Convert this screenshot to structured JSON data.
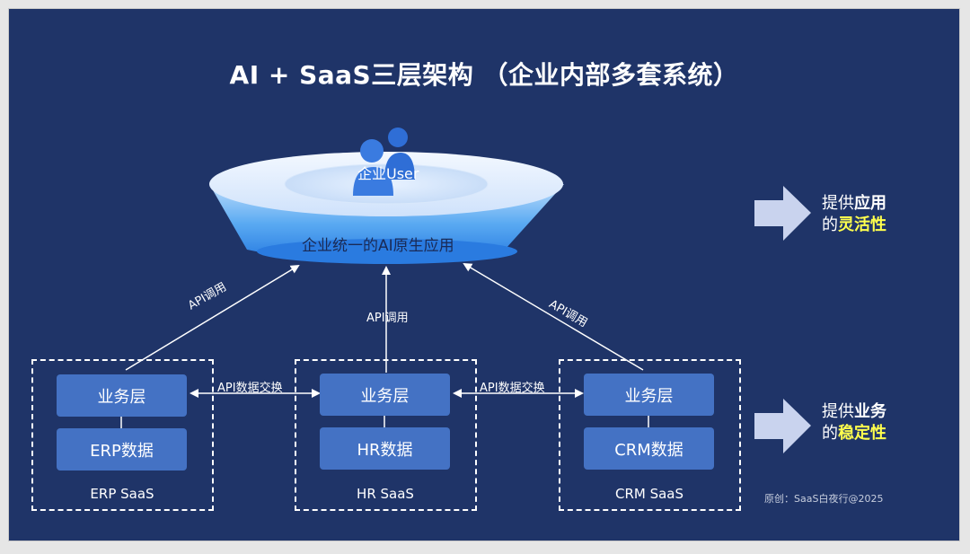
{
  "title": "AI + SaaS三层架构  （企业内部多套系统）",
  "platform": {
    "user_label": "企业User",
    "app_label": "企业统一的AI原生应用"
  },
  "api_call_label": "API调用",
  "api_exchange_label": "API数据交换",
  "systems": [
    {
      "business_layer": "业务层",
      "data_label": "ERP数据",
      "name": "ERP SaaS"
    },
    {
      "business_layer": "业务层",
      "data_label": "HR数据",
      "name": "HR SaaS"
    },
    {
      "business_layer": "业务层",
      "data_label": "CRM数据",
      "name": "CRM SaaS"
    }
  ],
  "side_notes": [
    {
      "line1_prefix": "提供",
      "line1_em": "应用",
      "line2_prefix": "的",
      "line2_em": "灵活性"
    },
    {
      "line1_prefix": "提供",
      "line1_em": "业务",
      "line2_prefix": "的",
      "line2_em": "稳定性"
    }
  ],
  "credit": "原创：SaaS白夜行@2025",
  "colors": {
    "background": "#1f3468",
    "box": "#4472c4",
    "highlight": "#ffff4d",
    "arrow_fill": "#c9d3ee"
  }
}
